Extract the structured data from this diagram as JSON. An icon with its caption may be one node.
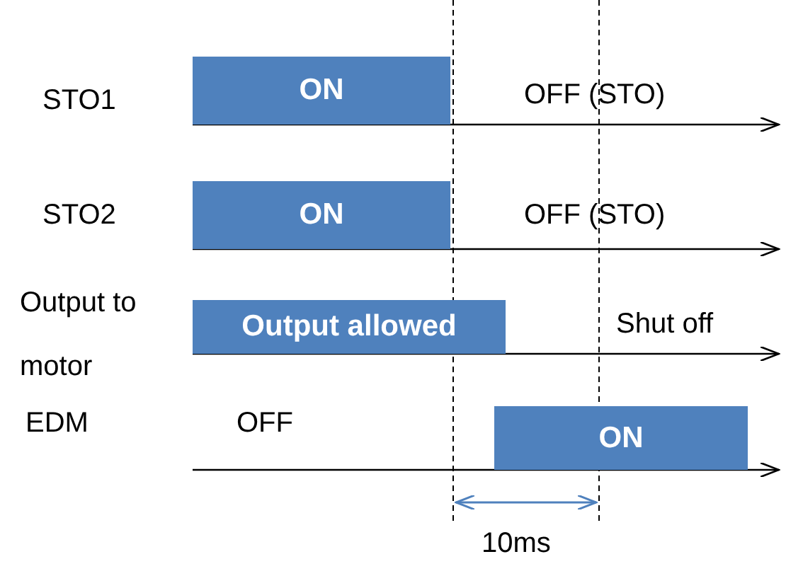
{
  "diagram": {
    "nodes": [
      {
        "text": [
          "ON"
        ]
      },
      {
        "text": [
          "ON"
        ]
      },
      {
        "text": [
          "Output allowed"
        ]
      },
      {
        "text": [
          "ON"
        ]
      }
    ],
    "labels": [
      "STO1",
      "OFF (STO)",
      "STO2",
      "OFF (STO)",
      "Output to motor",
      "Shut off",
      "EDM",
      "OFF",
      "10ms"
    ]
  }
}
